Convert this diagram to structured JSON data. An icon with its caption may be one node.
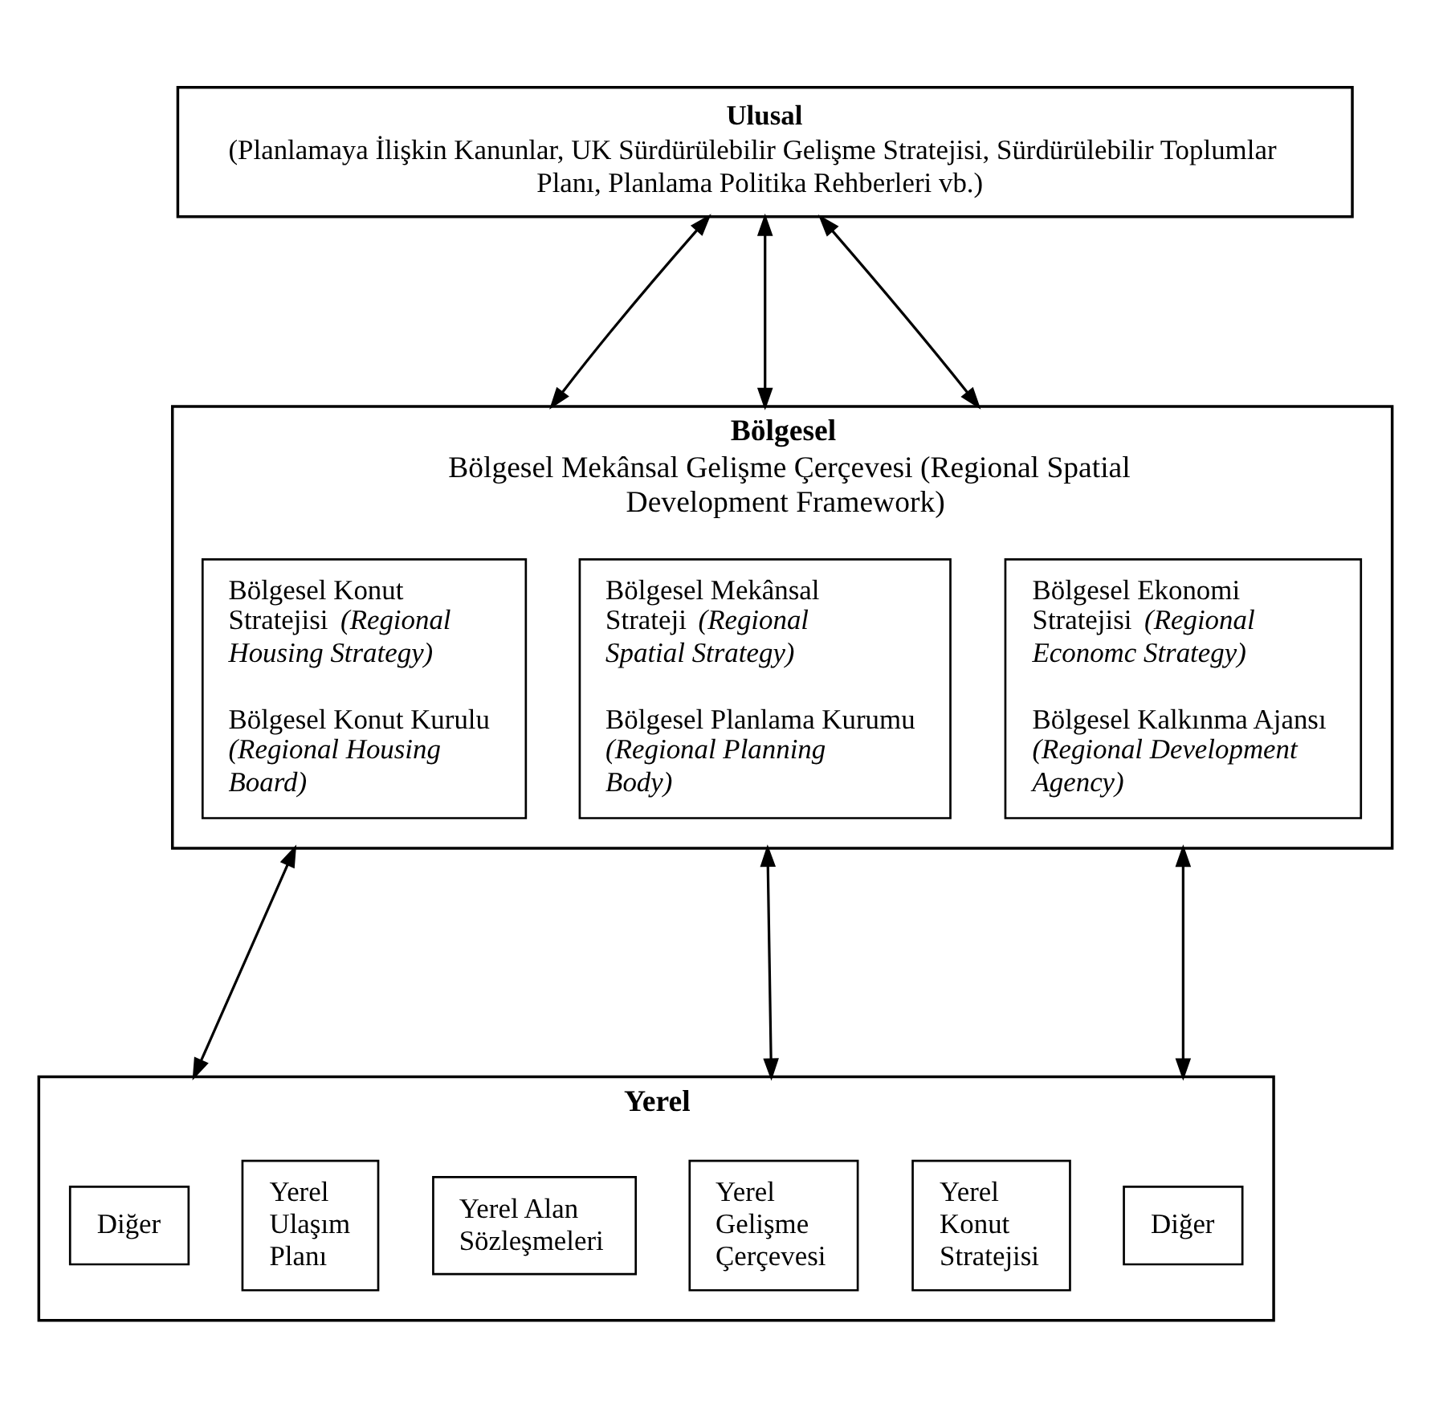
{
  "diagram": {
    "nodes": [
      {
        "text": [
          "Ulusal",
          "(Planlamaya İlişkin Kanunlar, UK Sürdürülebilir Gelişme Stratejisi, Sürdürülebilir Toplumlar Planı, Planlama Politika Rehberleri vb.)"
        ]
      },
      {
        "text": [
          "Bölgesel",
          "Bölgesel Mekânsal Gelişme Çerçevesi (Regional Spatial Development Framework)"
        ]
      },
      {
        "text": [
          "Bölgesel Konut Stratejisi *(Regional Housing Strategy)*",
          "Bölgesel Konut Kurulu *(Regional Housing Board)*"
        ],
        "in": 1
      },
      {
        "text": [
          "Bölgesel Mekânsal Strateji *(Regional Spatial Strategy)*",
          "Bölgesel Planlama Kurumu *(Regional Planning Body)*"
        ],
        "in": 1
      },
      {
        "text": [
          "Bölgesel Ekonomi Stratejisi *(Regional Economc Strategy)*",
          "Bölgesel Kalkınma Ajansı *(Regional Development Agency)*"
        ],
        "in": 1
      },
      {
        "text": [
          "Yerel"
        ]
      },
      {
        "text": [
          "Diğer"
        ],
        "in": 5
      },
      {
        "text": [
          "Yerel Konut Stratejisi"
        ],
        "in": 5
      },
      {
        "text": [
          "Yerel Gelişme Çerçevesi"
        ],
        "in": 5
      },
      {
        "text": [
          "Yerel Alan Sözleşmeleri"
        ],
        "in": 5
      },
      {
        "text": [
          "Yerel Ulaşım Planı"
        ],
        "in": 5
      },
      {
        "text": [
          "Diğer"
        ],
        "in": 5
      }
    ],
    "edges": [
      {
        "from": 0,
        "to": 1,
        "arrow": "both"
      },
      {
        "from": 0,
        "to": 1,
        "arrow": "both"
      },
      {
        "from": 0,
        "to": 1,
        "arrow": "both"
      },
      {
        "from": 1,
        "to": 5,
        "arrow": "both"
      },
      {
        "from": 1,
        "to": 5,
        "arrow": "both"
      },
      {
        "from": 1,
        "to": 5,
        "arrow": "both"
      }
    ]
  }
}
